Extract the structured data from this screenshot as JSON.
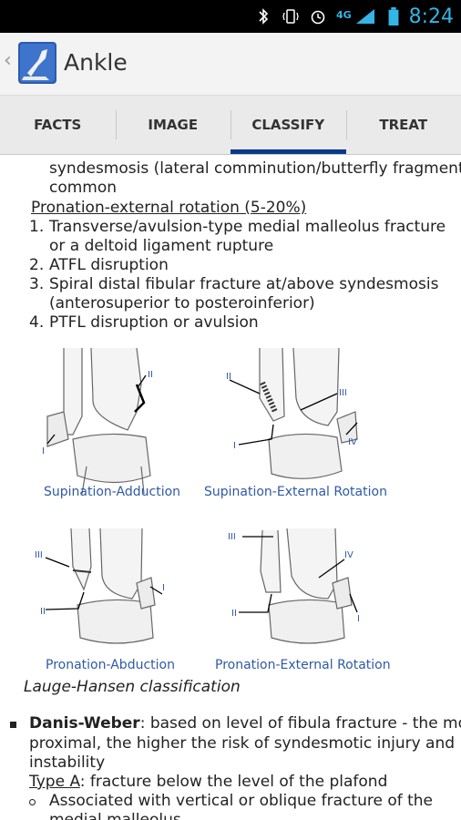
{
  "status": {
    "time": "8:24",
    "network": "4G"
  },
  "app": {
    "title": "Ankle"
  },
  "tabs": [
    {
      "label": "FACTS"
    },
    {
      "label": "IMAGE"
    },
    {
      "label": "CLASSIFY"
    },
    {
      "label": "TREAT"
    }
  ],
  "text": {
    "line1": "syndesmosis (lateral comminution/butterfly fragment",
    "line2": "common",
    "pronation_heading": "Pronation-external rotation (5-20%)",
    "items": [
      {
        "num": "1.",
        "lines": [
          "Transverse/avulsion-type medial malleolus fracture",
          "or a deltoid ligament rupture"
        ]
      },
      {
        "num": "2.",
        "lines": [
          "ATFL disruption"
        ]
      },
      {
        "num": "3.",
        "lines": [
          "Spiral distal fibular fracture at/above syndesmosis",
          "(anterosuperior to posteroinferior)"
        ]
      },
      {
        "num": "4.",
        "lines": [
          "PTFL disruption or avulsion"
        ]
      }
    ],
    "figure_caption": "Lauge-Hansen classification",
    "danis_bold": "Danis-Weber",
    "danis_rest": ": based on level of fibula fracture - the more",
    "danis_line2": "proximal, the higher the risk of syndesmotic injury and",
    "danis_line3": "instability",
    "typeA_label": "Type A",
    "typeA_rest": ": fracture below the level of the plafond",
    "sub1_line1": "Associated with vertical or oblique fracture of the",
    "sub1_line2": "medial malleolus"
  },
  "figure": {
    "panels": [
      {
        "caption": "Supination-Adduction",
        "labels": [
          "II",
          "I"
        ]
      },
      {
        "caption": "Supination-External Rotation",
        "labels": [
          "II",
          "III",
          "I",
          "IV"
        ]
      },
      {
        "caption": "Pronation-Abduction",
        "labels": [
          "III",
          "II",
          "I"
        ]
      },
      {
        "caption": "Pronation-External Rotation",
        "labels": [
          "III",
          "IV",
          "II",
          "I"
        ]
      }
    ]
  }
}
